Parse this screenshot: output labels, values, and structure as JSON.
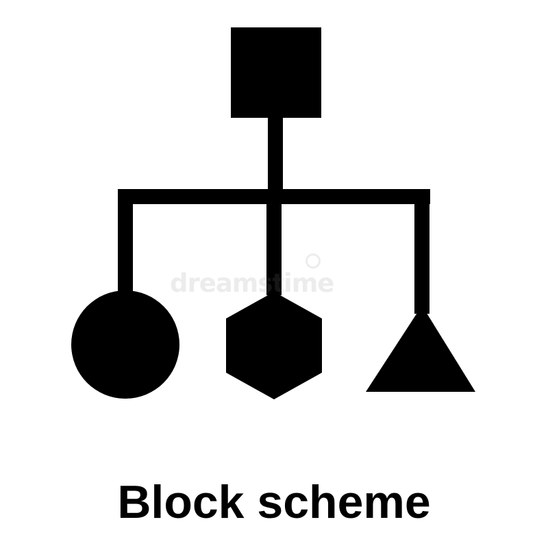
{
  "caption": "Block scheme",
  "watermark": "dreamstime",
  "colors": {
    "foreground": "#000000",
    "background": "#ffffff",
    "watermark": "#8c8c8c"
  },
  "nodes": [
    {
      "id": "root",
      "shape": "square"
    },
    {
      "id": "child-left",
      "shape": "circle"
    },
    {
      "id": "child-middle",
      "shape": "hexagon"
    },
    {
      "id": "child-right",
      "shape": "triangle"
    }
  ],
  "edges": [
    {
      "from": "root",
      "to": "child-left"
    },
    {
      "from": "root",
      "to": "child-middle"
    },
    {
      "from": "root",
      "to": "child-right"
    }
  ]
}
